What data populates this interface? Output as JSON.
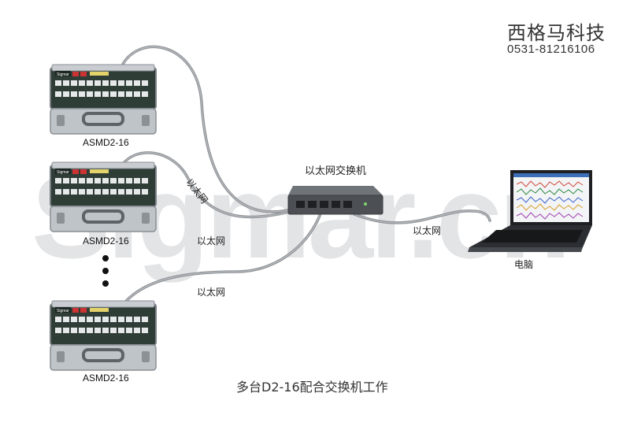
{
  "watermark": "Sigmar.cn",
  "header": {
    "company": "西格马科技",
    "phone": "0531-81216106"
  },
  "devices": [
    {
      "label": "ASMD2-16"
    },
    {
      "label": "ASMD2-16"
    },
    {
      "label": "ASMD2-16"
    }
  ],
  "device_brand": "Sigmar",
  "switch_label": "以太网交换机",
  "cable_labels": [
    "以太网",
    "以太网",
    "以太网",
    "以太网"
  ],
  "computer_label": "电脑",
  "caption": "多台D2-16配合交换机工作"
}
